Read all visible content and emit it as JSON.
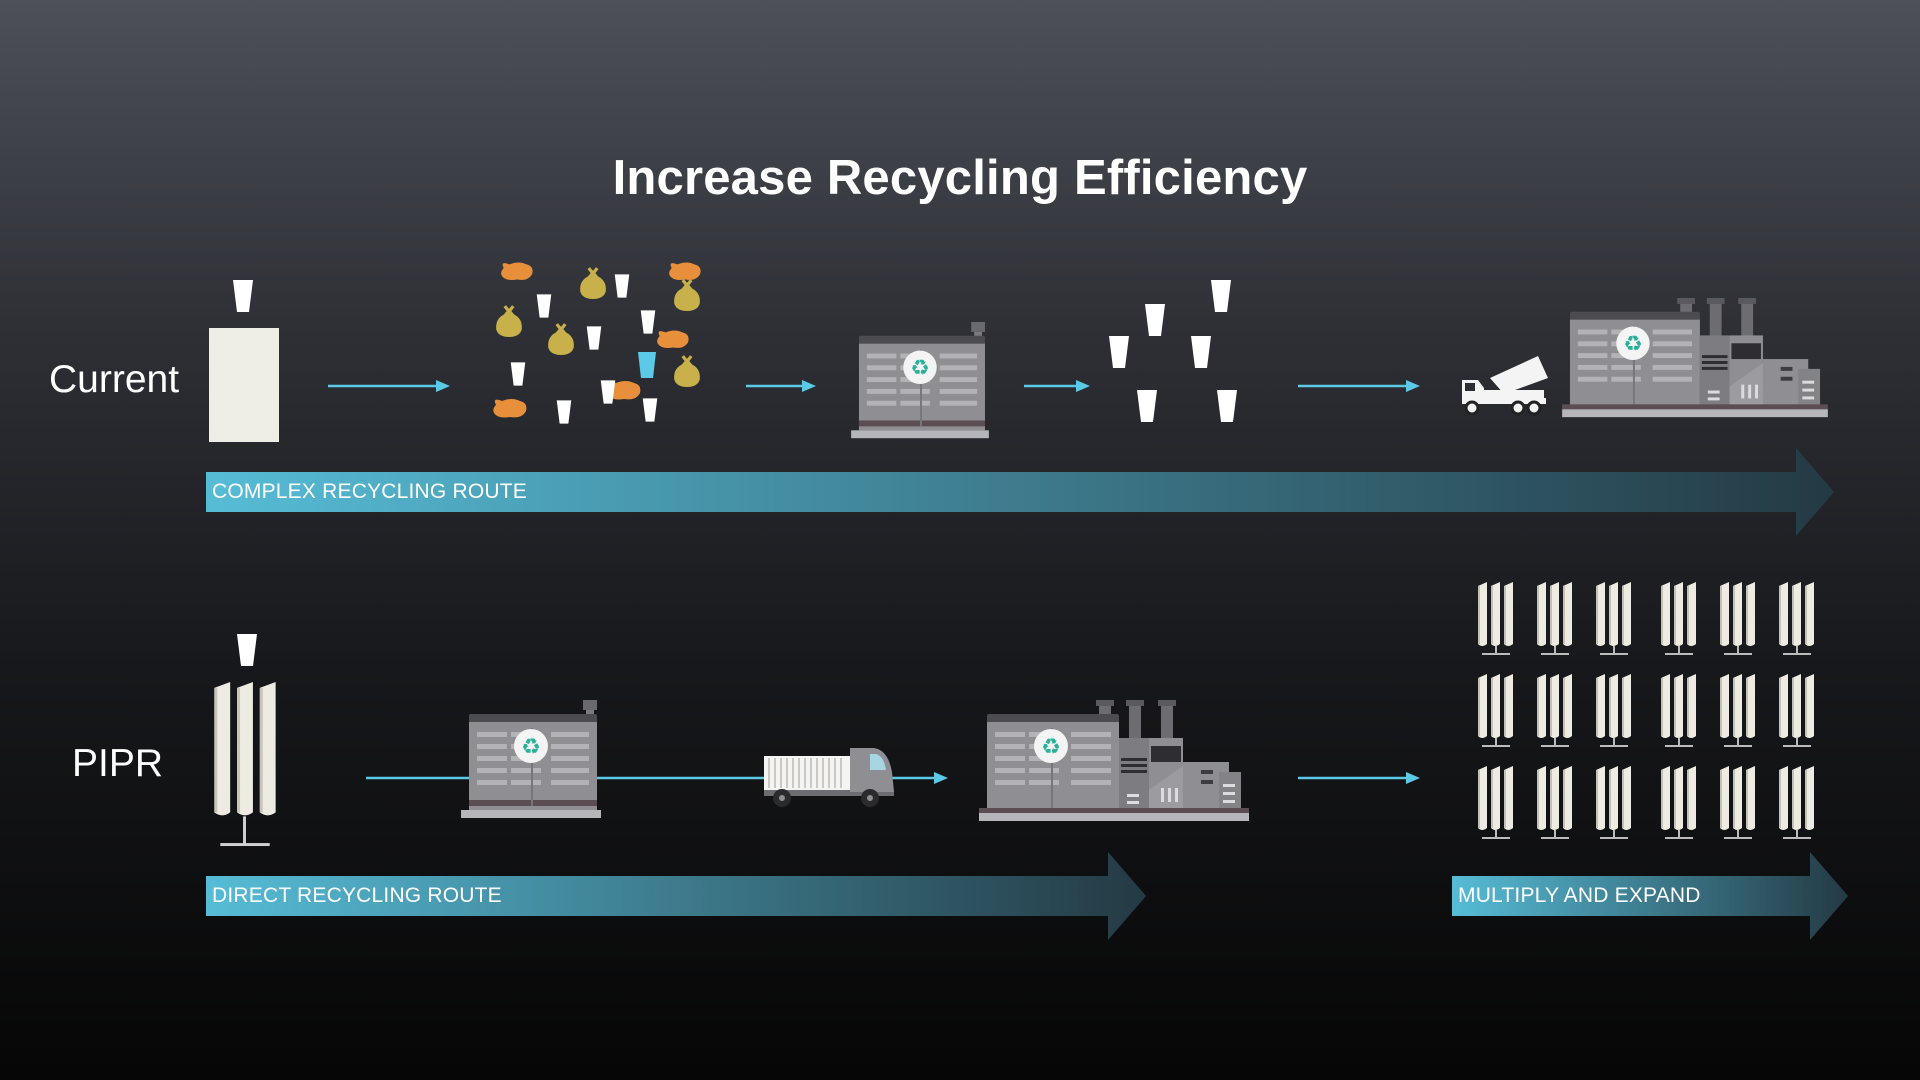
{
  "slide": {
    "title": "Increase Recycling Efficiency"
  },
  "rows": {
    "current": {
      "label": "Current",
      "band_label": "COMPLEX RECYCLING ROUTE"
    },
    "pipr": {
      "label": "PIPR",
      "band_label": "DIRECT RECYCLING ROUTE",
      "band2_label": "MULTIPLY AND EXPAND"
    }
  },
  "colors": {
    "arrow_line": "#5cc9e6",
    "band_start": "#56bcd6",
    "band_end": "#243a44",
    "building": "#8f8e93",
    "waste_orange": "#e88f3c",
    "waste_bag": "#c8b04a",
    "recycle_symbol": "#2bb09a"
  },
  "icons": {
    "cup": "cup-icon",
    "bin": "bin-icon",
    "waste": "mixed-waste-icon",
    "sorting_facility": "sorting-facility-icon",
    "dump_truck": "dump-truck-icon",
    "recycling_plant": "recycling-plant-icon",
    "pipr_unit": "pipr-unit-icon",
    "box_truck": "box-truck-icon"
  }
}
